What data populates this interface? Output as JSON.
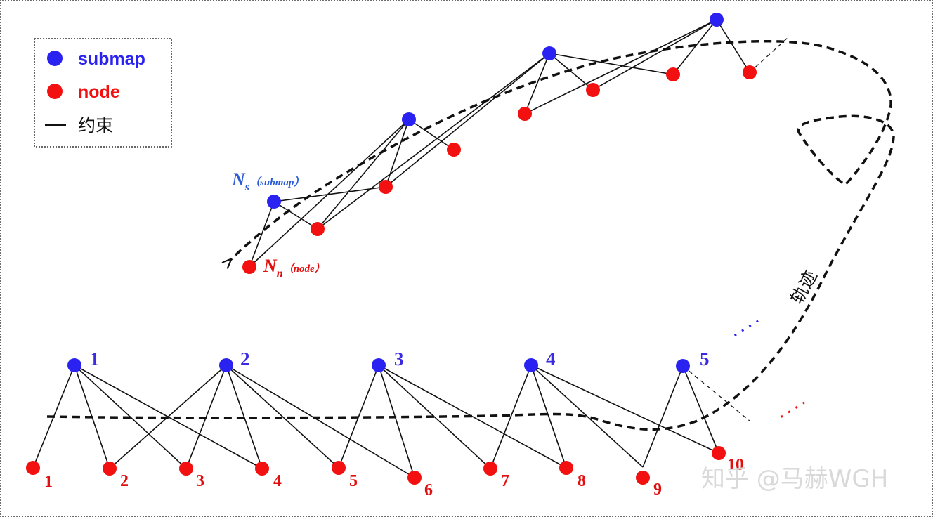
{
  "legend": {
    "submap_label": "submap",
    "node_label": "node",
    "constraint_label": "约束",
    "submap_color": "#2a22f0",
    "node_color": "#f21010"
  },
  "top_graph": {
    "submap_caption_N": "N",
    "submap_caption_sub": "s",
    "submap_caption_paren": "（submap）",
    "node_caption_N": "N",
    "node_caption_sub": "n",
    "node_caption_paren": "（node）"
  },
  "trajectory_label": "轨迹",
  "bottom_graph": {
    "submap_labels": [
      "1",
      "2",
      "3",
      "4",
      "5"
    ],
    "node_labels": [
      "1",
      "2",
      "3",
      "4",
      "5",
      "6",
      "7",
      "8",
      "9",
      "10"
    ]
  },
  "ellipsis_blue": "· · · ·",
  "ellipsis_red": "· · · ·",
  "watermark": "知乎 @马赫WGH"
}
